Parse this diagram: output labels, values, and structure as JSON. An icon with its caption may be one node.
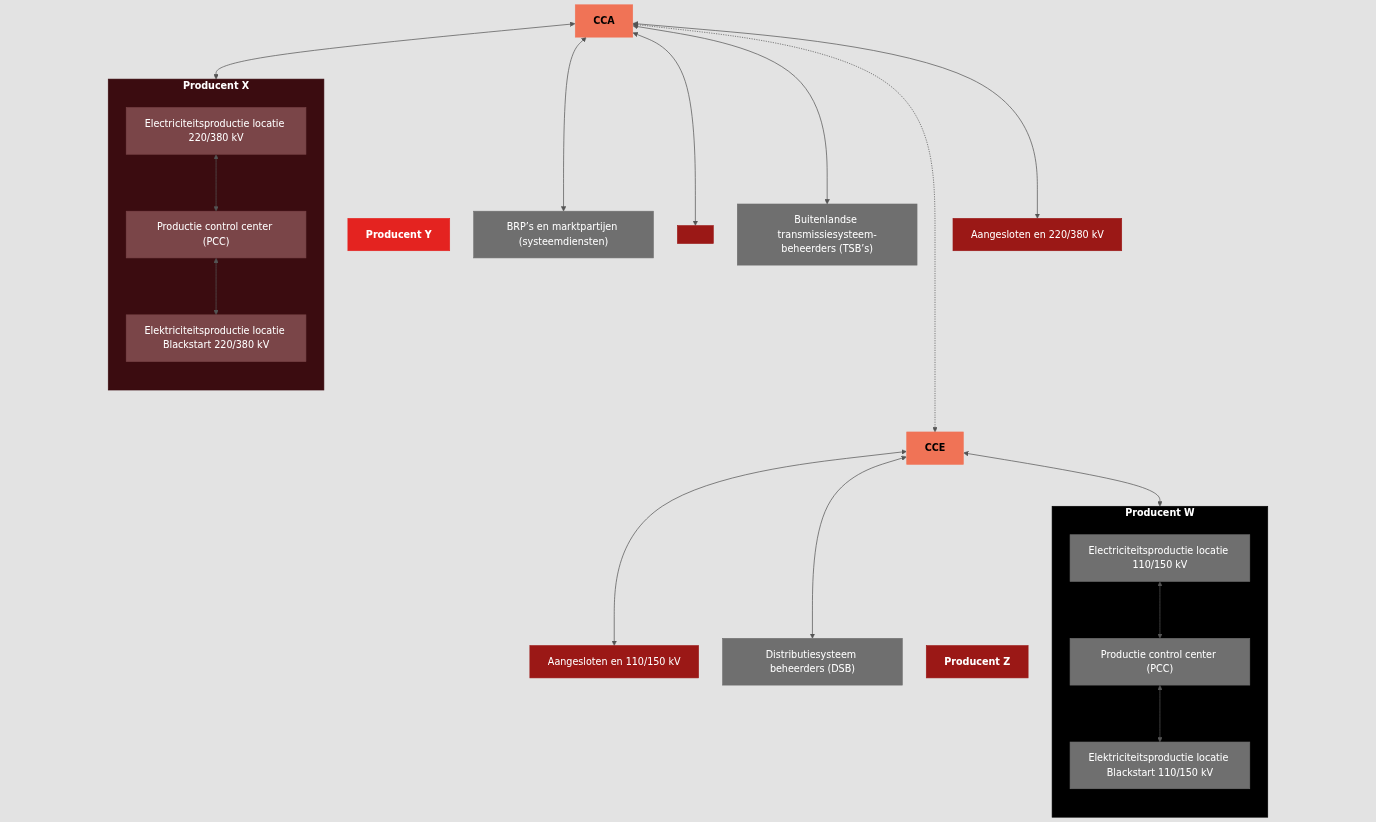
{
  "diagram": {
    "nodes": [
      {
        "text": [
          "CCA"
        ]
      },
      {
        "text": [
          "CCE"
        ]
      },
      {
        "text": [
          "Producent Y"
        ]
      },
      {
        "text": [
          "Producent X"
        ]
      },
      {
        "text": [
          "Electriciteitsproductie locatie 220/380 kV"
        ],
        "in": 3
      },
      {
        "text": [
          "Productie control center (PCC)"
        ],
        "in": 3
      },
      {
        "text": [
          "Elektriciteitsproductie locatie Blackstart 220/380 kV"
        ],
        "in": 3
      },
      {
        "text": [
          "Producent Z"
        ]
      },
      {
        "text": [
          "Producent W"
        ]
      },
      {
        "text": [
          "Electriciteitsproductie locatie 110/150 kV"
        ],
        "in": 8
      },
      {
        "text": [
          "Productie control center (PCC)"
        ],
        "in": 8
      },
      {
        "text": [
          "Elektriciteitsproductie locatie Blackstart 110/150 kV"
        ],
        "in": 8
      },
      {
        "text": [
          "BRP’s en marktpartijen (systeemdiensten)"
        ]
      },
      {
        "text": [],
        "shape": "box"
      },
      {
        "text": [
          "Buitenlandse transmissiesysteem-beheerders (TSB’s)"
        ]
      },
      {
        "text": [
          "Aangesloten en 220/380 kV"
        ]
      },
      {
        "text": [
          "Aangesloten en 110/150 kV"
        ]
      },
      {
        "text": [
          "Distributiesysteem beheerders (DSB)"
        ]
      }
    ],
    "edges": [
      {
        "from": 0,
        "to": 1,
        "arrow": "both",
        "style": "dashed"
      },
      {
        "from": 0,
        "to": 3,
        "arrow": "both"
      },
      {
        "from": 4,
        "to": 5,
        "arrow": "both"
      },
      {
        "from": 5,
        "to": 6,
        "arrow": "both"
      },
      {
        "from": 0,
        "to": 12,
        "arrow": "both"
      },
      {
        "from": 0,
        "to": 13,
        "arrow": "both"
      },
      {
        "from": 0,
        "to": 14,
        "arrow": "both"
      },
      {
        "from": 0,
        "to": 15,
        "arrow": "both"
      },
      {
        "from": 1,
        "to": 8,
        "arrow": "both"
      },
      {
        "from": 9,
        "to": 10,
        "arrow": "both"
      },
      {
        "from": 10,
        "to": 11,
        "arrow": "both"
      },
      {
        "from": 1,
        "to": 16,
        "arrow": "both"
      },
      {
        "from": 1,
        "to": 17,
        "arrow": "both"
      }
    ]
  }
}
